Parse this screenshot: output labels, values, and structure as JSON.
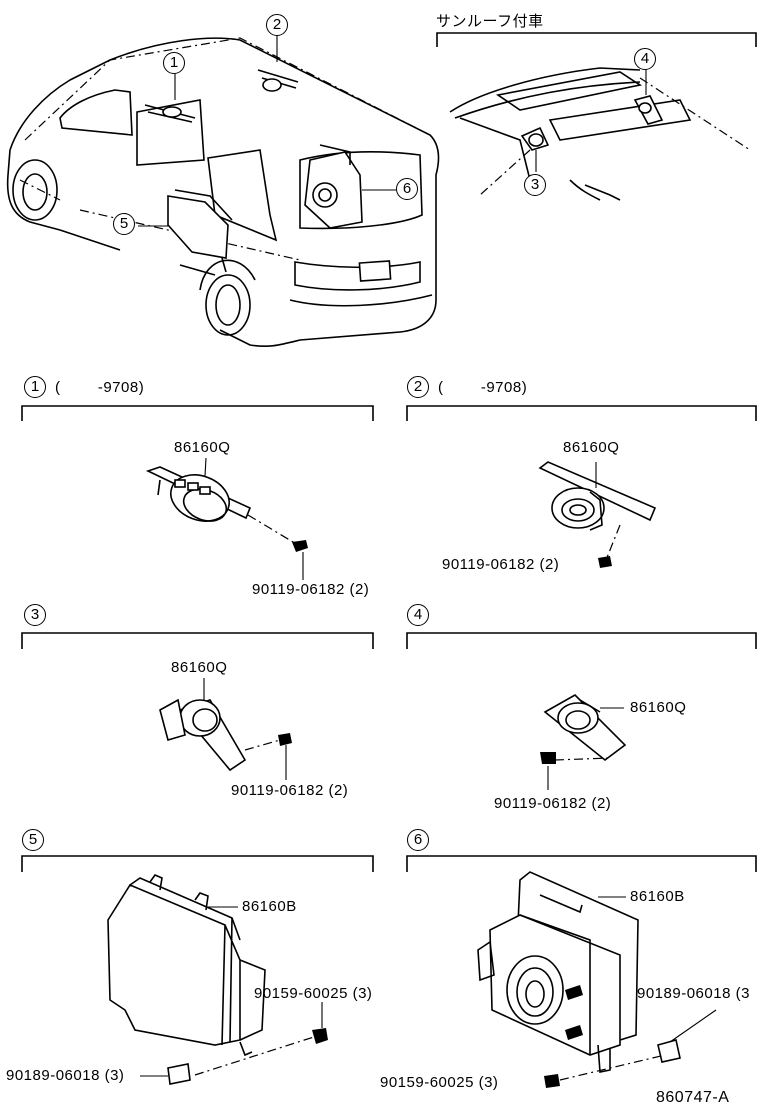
{
  "sunroof_label": "サンルーフ付車",
  "footer_code": "860747-A",
  "callouts": {
    "c1": "1",
    "c2": "2",
    "c3": "3",
    "c4": "4",
    "c5": "5",
    "c6": "6"
  },
  "sections": [
    {
      "num": "1",
      "note": "(        -9708)",
      "part": "86160Q",
      "screw": "90119-06182 (2)"
    },
    {
      "num": "2",
      "note": "(        -9708)",
      "part": "86160Q",
      "screw": "90119-06182 (2)"
    },
    {
      "num": "3",
      "note": "",
      "part": "86160Q",
      "screw": "90119-06182 (2)"
    },
    {
      "num": "4",
      "note": "",
      "part": "86160Q",
      "screw": "90119-06182 (2)"
    },
    {
      "num": "5",
      "note": "",
      "part": "86160B",
      "screw": "90159-60025 (3)",
      "clip": "90189-06018 (3)"
    },
    {
      "num": "6",
      "note": "",
      "part": "86160B",
      "screw": "90159-60025 (3)",
      "clip": "90189-06018 (3"
    }
  ]
}
